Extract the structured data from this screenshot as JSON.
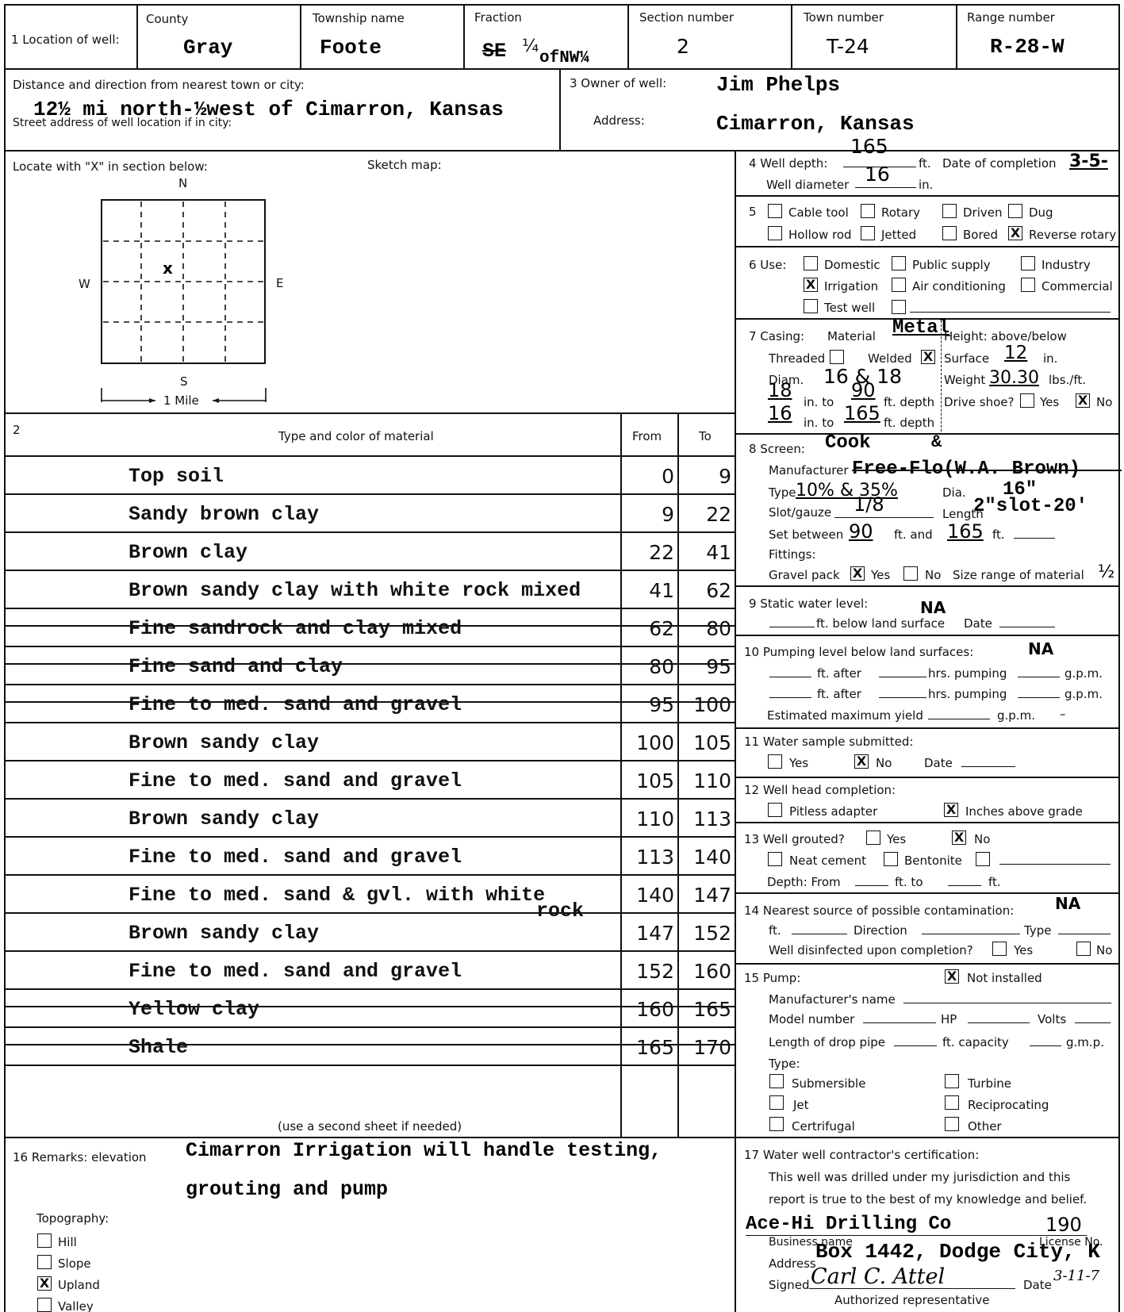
{
  "location": {
    "label": "1  Location of well:",
    "county": {
      "label": "County",
      "value": "Gray"
    },
    "township": {
      "label": "Township name",
      "value": "Foote"
    },
    "fraction": {
      "label": "Fraction",
      "value1": "SE",
      "quarter": "¼",
      "value2": "ofNW¼"
    },
    "section": {
      "label": "Section number",
      "value": "2"
    },
    "town": {
      "label": "Town number",
      "value": "T-24"
    },
    "range": {
      "label": "Range number",
      "value": "R-28-W"
    }
  },
  "distance": {
    "label": "Distance and direction from nearest town or city:",
    "value": "12½ mi north-½west of Cimarron, Kansas",
    "street_label": "Street address of well location if in city:"
  },
  "owner": {
    "label": "3  Owner of well:",
    "name": "Jim Phelps",
    "address_label": "Address:",
    "address": "Cimarron, Kansas"
  },
  "locate": {
    "label": "Locate with \"X\" in section below:",
    "sketch_label": "Sketch map:",
    "n": "N",
    "s": "S",
    "e": "E",
    "w": "W",
    "mark": "x",
    "mile": "1 Mile"
  },
  "well": {
    "depth_label": "4  Well depth:",
    "depth": "165",
    "ft": "ft.",
    "completion_label": "Date of completion",
    "completion": "3-5-",
    "diameter_label": "Well diameter",
    "diameter": "16",
    "in": "in."
  },
  "method": {
    "num": "5",
    "options": [
      {
        "label": "Cable tool",
        "checked": false
      },
      {
        "label": "Rotary",
        "checked": false
      },
      {
        "label": "Driven",
        "checked": false
      },
      {
        "label": "Dug",
        "checked": false
      },
      {
        "label": "Hollow rod",
        "checked": false
      },
      {
        "label": "Jetted",
        "checked": false
      },
      {
        "label": "Bored",
        "checked": false
      },
      {
        "label": "Reverse rotary",
        "checked": true
      }
    ]
  },
  "use": {
    "label": "6  Use:",
    "options": [
      {
        "label": "Domestic",
        "checked": false
      },
      {
        "label": "Public supply",
        "checked": false
      },
      {
        "label": "Industry",
        "checked": false
      },
      {
        "label": "Irrigation",
        "checked": true
      },
      {
        "label": "Air conditioning",
        "checked": false
      },
      {
        "label": "Commercial",
        "checked": false
      },
      {
        "label": "Test well",
        "checked": false
      }
    ]
  },
  "casing": {
    "label": "7  Casing:",
    "material_label": "Material",
    "material": "Metal",
    "height_label": "Height: above/below",
    "threaded": "Threaded",
    "welded": "Welded",
    "surface_label": "Surface",
    "surface": "12",
    "in": "in.",
    "diam_label": "Diam.",
    "diam": "16 & 18",
    "weight_label": "Weight",
    "weight": "30.30",
    "lbsft": "lbs./ft.",
    "row1_in": "18",
    "row1_to": "90",
    "row2_in": "16",
    "row2_to": "165",
    "in_to": "in. to",
    "ft_depth": "ft. depth",
    "drive_shoe": "Drive shoe?",
    "yes": "Yes",
    "no": "No"
  },
  "screen": {
    "label": "8  Screen:",
    "name": "Cook",
    "amp": "&",
    "mfr_label": "Manufacturer",
    "mfr": "Free-Flo(W.A. Brown)",
    "type_label": "Type",
    "type": "10% & 35%",
    "dia_label": "Dia.",
    "dia": "16\"",
    "slot_label": "Slot/gauze",
    "slot": "1/8",
    "length_label": "Length",
    "length": "2\"slot-20'",
    "set_label": "Set between",
    "set_from": "90",
    "ft_and": "ft.   and",
    "set_to": "165",
    "ft": "ft.",
    "fittings_label": "Fittings:",
    "gravel_label": "Gravel pack",
    "yes": "Yes",
    "no": "No",
    "size_label": "Size range of material",
    "size": "½"
  },
  "static": {
    "label": "9  Static water level:",
    "value": "NA",
    "line": "ft. below land surface",
    "date_label": "Date"
  },
  "pumping": {
    "label": "10  Pumping level below land surfaces:",
    "value": "NA",
    "ft_after": "ft.  after",
    "hrs": "hrs.  pumping",
    "gpm": "g.p.m.",
    "est_label": "Estimated maximum yield",
    "dash": "–"
  },
  "sample": {
    "label": "11  Water sample submitted:",
    "yes": "Yes",
    "no": "No",
    "date_label": "Date"
  },
  "wellhead": {
    "label": "12  Well head completion:",
    "pitless": "Pitless adapter",
    "inches": "Inches above grade"
  },
  "grouted": {
    "label": "13  Well grouted?",
    "yes": "Yes",
    "no": "No",
    "neat": "Neat cement",
    "bentonite": "Bentonite",
    "depth": "Depth:  From",
    "ft_to": "ft.   to",
    "ft": "ft."
  },
  "contam": {
    "label": "14  Nearest source of possible contamination:",
    "value": "NA",
    "ft": "ft.",
    "direction": "Direction",
    "type": "Type",
    "disinfect": "Well disinfected upon completion?",
    "yes": "Yes",
    "no": "No"
  },
  "pump": {
    "label": "15  Pump:",
    "not_installed": "Not installed",
    "mfr": "Manufacturer's name",
    "model": "Model number",
    "hp": "HP",
    "volts": "Volts",
    "drop": "Length of drop pipe",
    "ft_cap": "ft.  capacity",
    "gmp": "g.m.p.",
    "type_label": "Type:",
    "types": [
      "Submersible",
      "Turbine",
      "Jet",
      "Reciprocating",
      "Certrifugal",
      "Other"
    ]
  },
  "log": {
    "num": "2",
    "header": "Type and color of material",
    "from": "From",
    "to": "To",
    "note": "(use a second sheet if needed)",
    "rows": [
      {
        "m": "Top soil",
        "f": "0",
        "t": "9"
      },
      {
        "m": "Sandy brown clay",
        "f": "9",
        "t": "22"
      },
      {
        "m": "Brown clay",
        "f": "22",
        "t": "41"
      },
      {
        "m": "Brown sandy clay with white rock mixed",
        "f": "41",
        "t": "62"
      },
      {
        "m": "Fine sandrock and clay mixed",
        "f": "62",
        "t": "80"
      },
      {
        "m": "Fine sand and clay",
        "f": "80",
        "t": "95"
      },
      {
        "m": "Fine to med. sand and gravel",
        "f": "95",
        "t": "100"
      },
      {
        "m": "Brown sandy clay",
        "f": "100",
        "t": "105"
      },
      {
        "m": "Fine to med. sand and gravel",
        "f": "105",
        "t": "110"
      },
      {
        "m": "Brown sandy clay",
        "f": "110",
        "t": "113"
      },
      {
        "m": "Fine to med. sand and gravel",
        "f": "113",
        "t": "140"
      },
      {
        "m": "Fine to med. sand & gvl. with white",
        "m2": "rock",
        "f": "140",
        "t": "147"
      },
      {
        "m": "Brown sandy clay",
        "f": "147",
        "t": "152"
      },
      {
        "m": "Fine to med. sand and gravel",
        "f": "152",
        "t": "160"
      },
      {
        "m": "Yellow clay",
        "f": "160",
        "t": "165"
      },
      {
        "m": "Shale",
        "f": "165",
        "t": "170"
      }
    ]
  },
  "remarks": {
    "label": "16  Remarks:  elevation",
    "line1": "Cimarron Irrigation will handle testing,",
    "line2": "grouting and pump",
    "topo_label": "Topography:",
    "topo": [
      {
        "label": "Hill",
        "checked": false
      },
      {
        "label": "Slope",
        "checked": false
      },
      {
        "label": "Upland",
        "checked": true
      },
      {
        "label": "Valley",
        "checked": false
      }
    ]
  },
  "cert": {
    "label": "17  Water well contractor's certification:",
    "line1": "This well was drilled under my jurisdiction and this",
    "line2": "report is true to the best of my knowledge and belief.",
    "business": "Ace-Hi Drilling Co",
    "license": "190",
    "business_label": "Business name",
    "license_label": "License No.",
    "address_label": "Address",
    "address": "Box 1442, Dodge City, K",
    "signed_label": "Signed",
    "signature": "Carl C. Attel",
    "date_label": "Date",
    "date": "3-11-7",
    "auth": "Authorized representative"
  }
}
